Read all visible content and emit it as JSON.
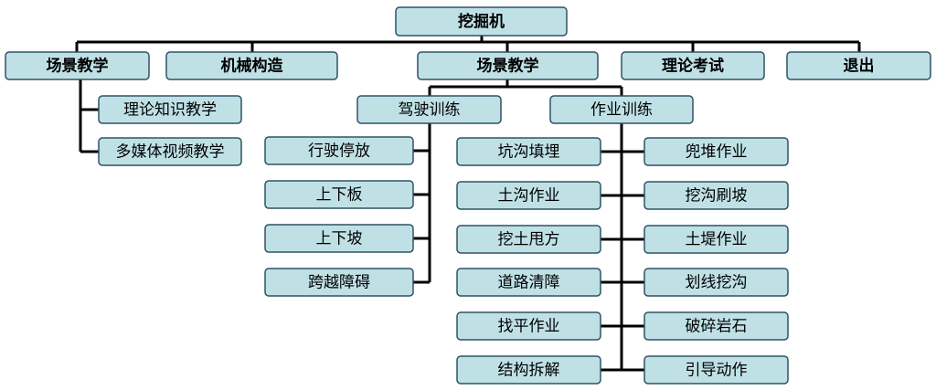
{
  "root": {
    "label": "挖掘机"
  },
  "top_menu": [
    {
      "label": "场景教学"
    },
    {
      "label": "机械构造"
    },
    {
      "label": "场景教学"
    },
    {
      "label": "理论考试"
    },
    {
      "label": "退出"
    }
  ],
  "scene_left": [
    {
      "label": "理论知识教学"
    },
    {
      "label": "多媒体视频教学"
    }
  ],
  "training_groups": [
    {
      "label": "驾驶训练"
    },
    {
      "label": "作业训练"
    }
  ],
  "driving_training": [
    {
      "label": "行驶停放"
    },
    {
      "label": "上下板"
    },
    {
      "label": "上下坡"
    },
    {
      "label": "跨越障碍"
    }
  ],
  "work_training_left": [
    {
      "label": "坑沟填埋"
    },
    {
      "label": "土沟作业"
    },
    {
      "label": "挖土甩方"
    },
    {
      "label": "道路清障"
    },
    {
      "label": "找平作业"
    },
    {
      "label": "结构拆解"
    }
  ],
  "work_training_right": [
    {
      "label": "兜堆作业"
    },
    {
      "label": "挖沟刷坡"
    },
    {
      "label": "土堤作业"
    },
    {
      "label": "划线挖沟"
    },
    {
      "label": "破碎岩石"
    },
    {
      "label": "引导动作"
    }
  ]
}
